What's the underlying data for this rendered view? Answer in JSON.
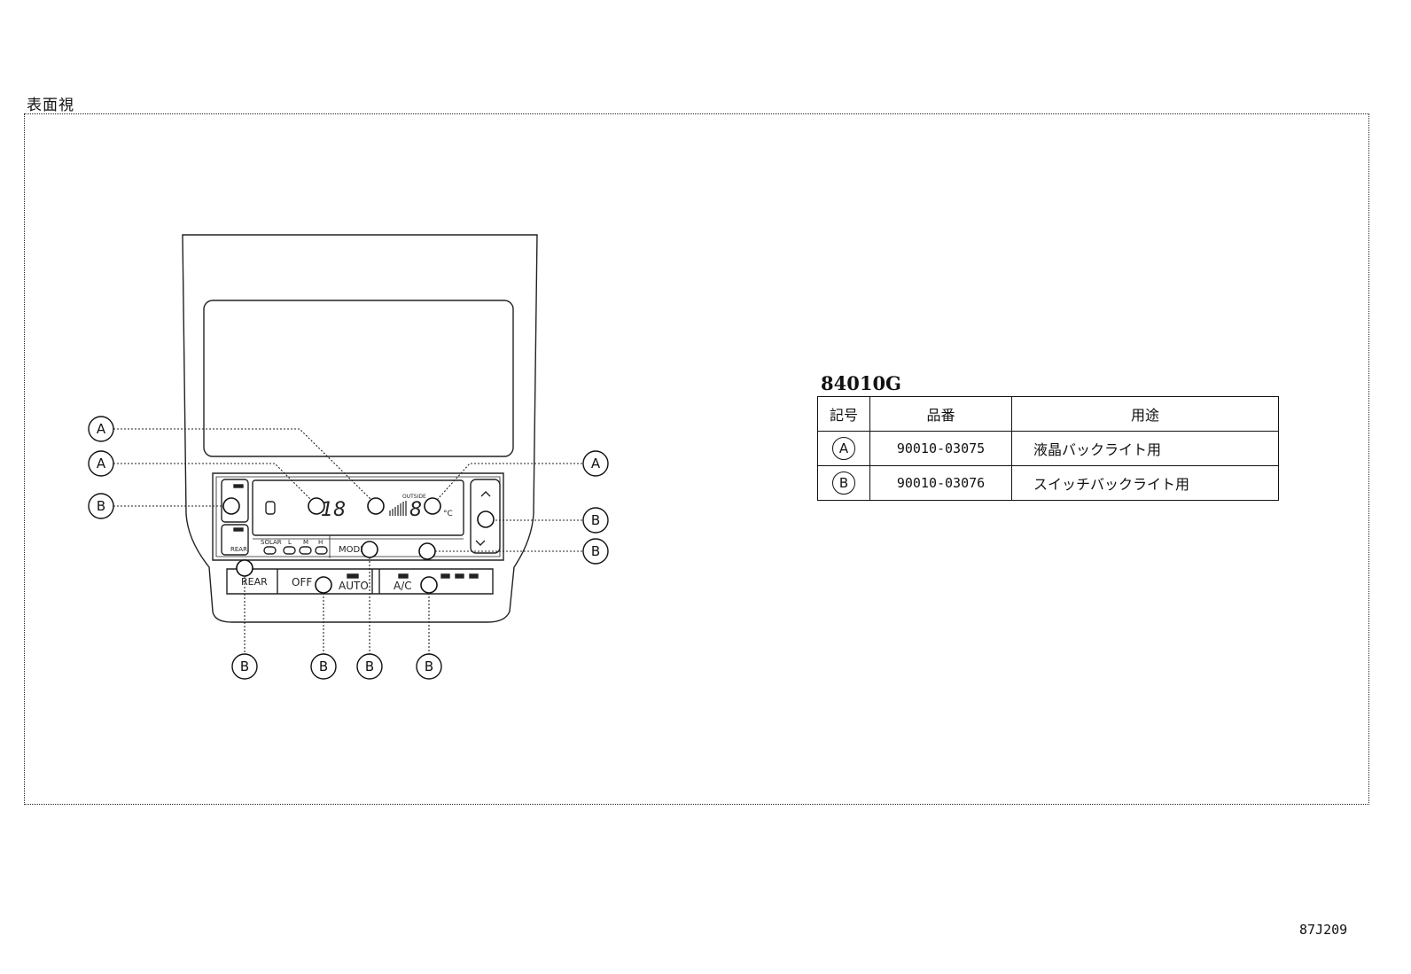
{
  "view_label": "表面視",
  "part_code": "84010G",
  "figure_id": "87J209",
  "table": {
    "headers": {
      "symbol": "記号",
      "part_number": "品番",
      "usage": "用途"
    },
    "rows": [
      {
        "symbol": "A",
        "part_number": "90010-03075",
        "usage": "液晶バックライト用"
      },
      {
        "symbol": "B",
        "part_number": "90010-03076",
        "usage": "スイッチバックライト用"
      }
    ]
  },
  "callouts": {
    "a": "A",
    "b": "B"
  },
  "panel_labels": {
    "rear_btn": "REAR",
    "off_btn": "OFF",
    "auto_btn": "AUTO",
    "ac_btn": "A/C",
    "mode_btn": "MODE",
    "rear_defog": "REAR",
    "temp_left": "18",
    "temp_right": "8",
    "celsius": "°C",
    "outside": "OUTSIDE",
    "seat_labels": [
      "SOLAR",
      "L",
      "M",
      "H"
    ]
  }
}
